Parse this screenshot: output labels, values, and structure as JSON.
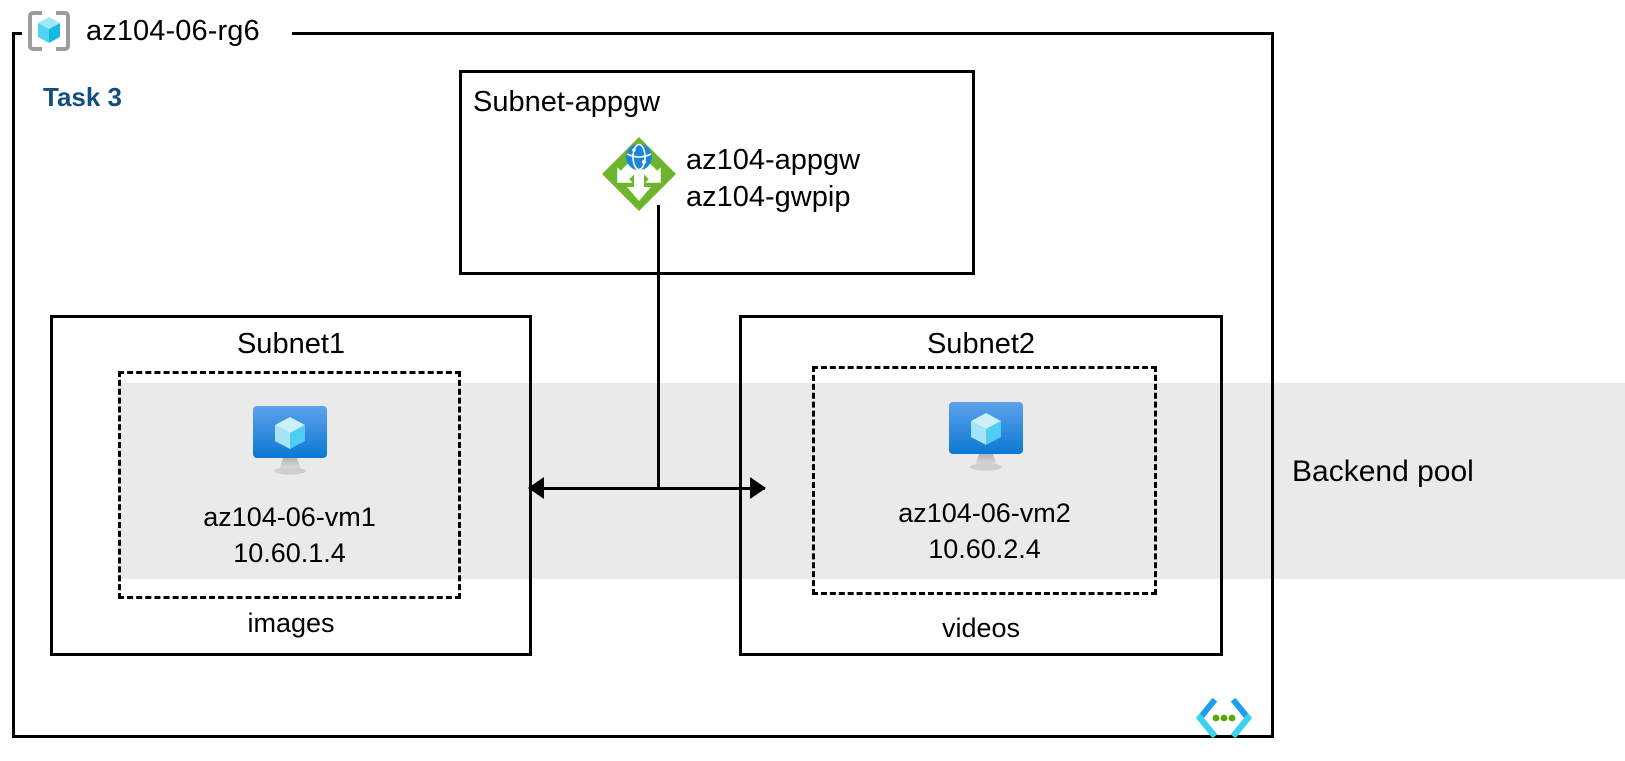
{
  "diagram": {
    "resource_group": {
      "name": "az104-06-rg6",
      "icon": "resource-group-icon"
    },
    "task_label": "Task 3",
    "accent_color": "#11507e",
    "backend_pool": {
      "label": "Backend pool",
      "band_color": "#eaeaea"
    },
    "subnets": [
      {
        "id": "appgw",
        "title": "Subnet-appgw",
        "resources": [
          {
            "icon": "application-gateway-icon",
            "lines": [
              "az104-appgw",
              "az104-gwpip"
            ],
            "icon_color": "#6cb52d"
          }
        ]
      },
      {
        "id": "subnet1",
        "title": "Subnet1",
        "caption": "images",
        "vm": {
          "icon": "virtual-machine-icon",
          "name": "az104-06-vm1",
          "ip": "10.60.1.4"
        }
      },
      {
        "id": "subnet2",
        "title": "Subnet2",
        "caption": "videos",
        "vm": {
          "icon": "virtual-machine-icon",
          "name": "az104-06-vm2",
          "ip": "10.60.2.4"
        }
      }
    ],
    "vnet_icon": "virtual-network-icon"
  }
}
